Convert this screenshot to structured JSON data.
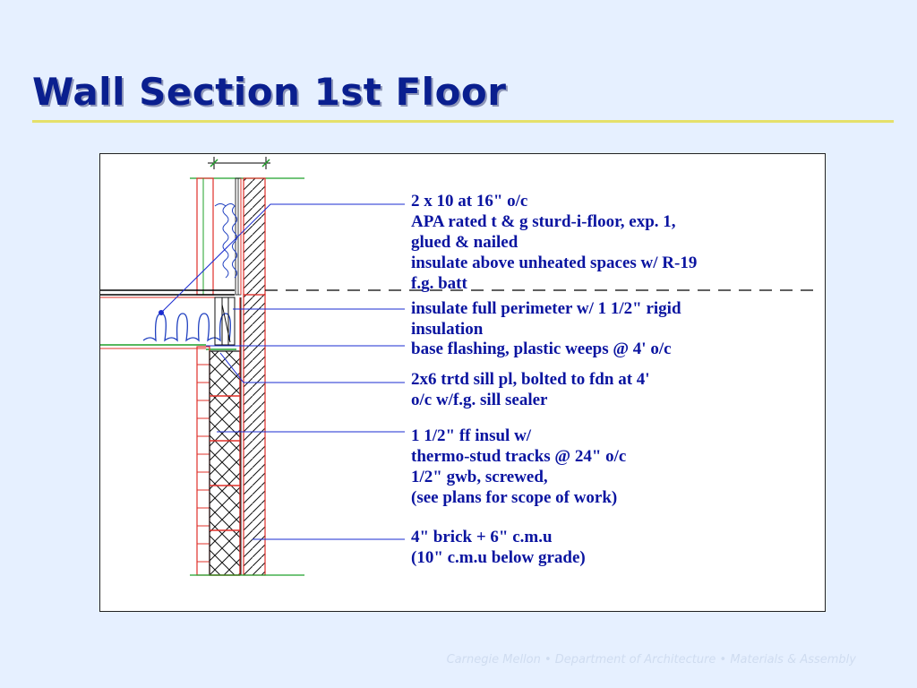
{
  "slide": {
    "title": "Wall Section 1st Floor",
    "footer": "Carnegie Mellon • Department of Architecture • Materials & Assembly"
  },
  "notes": [
    {
      "id": "floor",
      "lines": [
        "2 x 10 at 16\" o/c",
        "APA rated t & g sturd-i-floor, exp. 1,",
        "glued & nailed",
        "insulate above unheated spaces w/ R-19",
        "f.g. batt"
      ]
    },
    {
      "id": "perimeter",
      "lines": [
        "insulate full perimeter w/ 1 1/2\" rigid",
        "insulation"
      ]
    },
    {
      "id": "flashing",
      "lines": [
        "base flashing, plastic weeps @ 4' o/c"
      ]
    },
    {
      "id": "sill",
      "lines": [
        "2x6 trtd sill pl, bolted to fdn at 4'",
        "o/c w/f.g. sill sealer"
      ]
    },
    {
      "id": "interior",
      "lines": [
        "1 1/2\" ff insul w/",
        "thermo-stud tracks @ 24\" o/c",
        "1/2\" gwb, screwed,",
        "(see plans for scope of work)"
      ]
    },
    {
      "id": "masonry",
      "lines": [
        "4\" brick + 6\" c.m.u",
        "(10\" c.m.u below grade)"
      ]
    }
  ],
  "colors": {
    "title": "#0a1f8f",
    "leader": "#1a2bd0",
    "masonry_red": "#e0302a",
    "flashing_green": "#1fa02a",
    "insulation_blue": "#2040c0",
    "note_text": "#0a14a0"
  }
}
